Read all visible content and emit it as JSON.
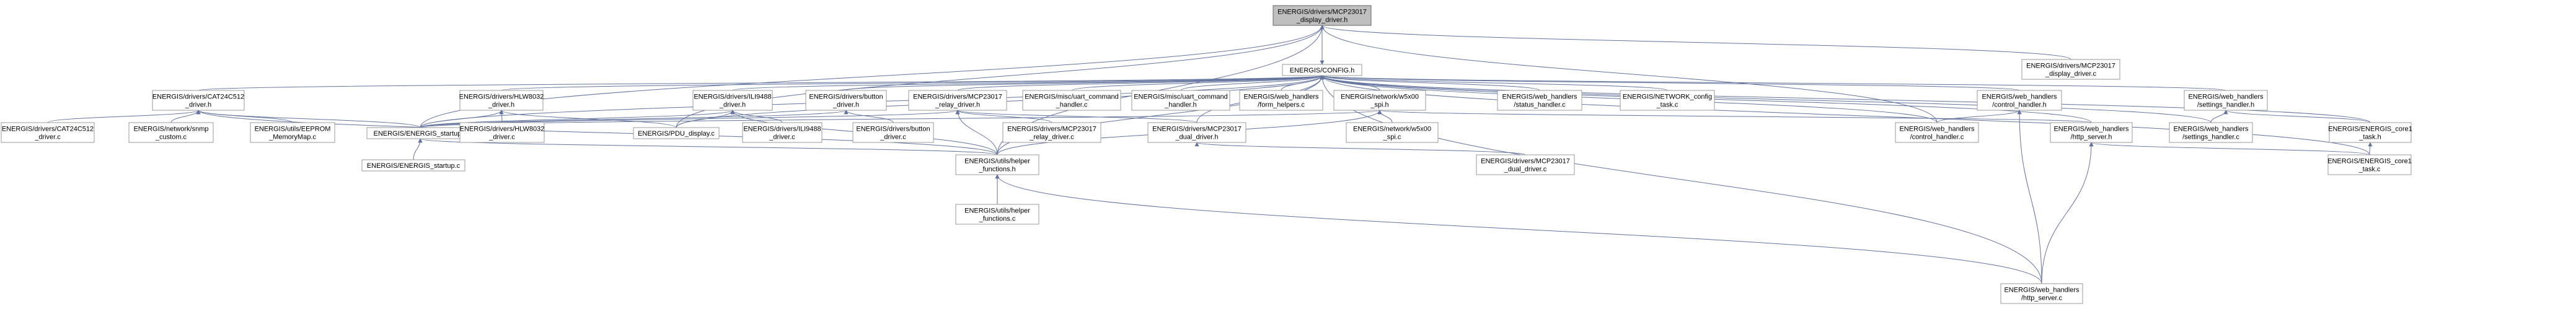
{
  "colors": {
    "edge": "#63739e",
    "node_border": "#999999",
    "root_fill": "#bfbfbf"
  },
  "nodes": [
    {
      "id": "n0",
      "lines": [
        "ENERGIS/drivers/MCP23017",
        "_display_driver.h"
      ],
      "root": true
    },
    {
      "id": "n1",
      "lines": [
        "ENERGIS/CONFIG.h"
      ]
    },
    {
      "id": "n2",
      "lines": [
        "ENERGIS/drivers/MCP23017",
        "_display_driver.c"
      ]
    },
    {
      "id": "n3",
      "lines": [
        "ENERGIS/drivers/CAT24C512",
        "_driver.h"
      ]
    },
    {
      "id": "n4",
      "lines": [
        "ENERGIS/drivers/HLW8032",
        "_driver.h"
      ]
    },
    {
      "id": "n5",
      "lines": [
        "ENERGIS/drivers/ILI9488",
        "_driver.h"
      ]
    },
    {
      "id": "n6",
      "lines": [
        "ENERGIS/drivers/button",
        "_driver.h"
      ]
    },
    {
      "id": "n7",
      "lines": [
        "ENERGIS/drivers/MCP23017",
        "_relay_driver.h"
      ]
    },
    {
      "id": "n8",
      "lines": [
        "ENERGIS/misc/uart_command",
        "_handler.c"
      ]
    },
    {
      "id": "n9",
      "lines": [
        "ENERGIS/misc/uart_command",
        "_handler.h"
      ]
    },
    {
      "id": "n10",
      "lines": [
        "ENERGIS/web_handlers",
        "/form_helpers.c"
      ]
    },
    {
      "id": "n11",
      "lines": [
        "ENERGIS/network/w5x00",
        "_spi.h"
      ]
    },
    {
      "id": "n12",
      "lines": [
        "ENERGIS/web_handlers",
        "/status_handler.c"
      ]
    },
    {
      "id": "n13",
      "lines": [
        "ENERGIS/NETWORK_config",
        "_task.c"
      ]
    },
    {
      "id": "n14",
      "lines": [
        "ENERGIS/web_handlers",
        "/control_handler.h"
      ]
    },
    {
      "id": "n15",
      "lines": [
        "ENERGIS/web_handlers",
        "/settings_handler.h"
      ]
    },
    {
      "id": "n16",
      "lines": [
        "ENERGIS/drivers/CAT24C512",
        "_driver.c"
      ]
    },
    {
      "id": "n17",
      "lines": [
        "ENERGIS/network/snmp",
        "_custom.c"
      ]
    },
    {
      "id": "n18",
      "lines": [
        "ENERGIS/utils/EEPROM",
        "_MemoryMap.c"
      ]
    },
    {
      "id": "n19",
      "lines": [
        "ENERGIS/ENERGIS_startup.h"
      ]
    },
    {
      "id": "n20",
      "lines": [
        "ENERGIS/drivers/HLW8032",
        "_driver.c"
      ]
    },
    {
      "id": "n21",
      "lines": [
        "ENERGIS/PDU_display.c"
      ]
    },
    {
      "id": "n22",
      "lines": [
        "ENERGIS/drivers/ILI9488",
        "_driver.c"
      ]
    },
    {
      "id": "n23",
      "lines": [
        "ENERGIS/drivers/button",
        "_driver.c"
      ]
    },
    {
      "id": "n24",
      "lines": [
        "ENERGIS/drivers/MCP23017",
        "_relay_driver.c"
      ]
    },
    {
      "id": "n25",
      "lines": [
        "ENERGIS/drivers/MCP23017",
        "_dual_driver.h"
      ]
    },
    {
      "id": "n26",
      "lines": [
        "ENERGIS/network/w5x00",
        "_spi.c"
      ]
    },
    {
      "id": "n27",
      "lines": [
        "ENERGIS/web_handlers",
        "/control_handler.c"
      ]
    },
    {
      "id": "n28",
      "lines": [
        "ENERGIS/web_handlers",
        "/http_server.h"
      ]
    },
    {
      "id": "n29",
      "lines": [
        "ENERGIS/web_handlers",
        "/settings_handler.c"
      ]
    },
    {
      "id": "n30",
      "lines": [
        "ENERGIS/ENERGIS_core1",
        "_task.h"
      ]
    },
    {
      "id": "n31",
      "lines": [
        "ENERGIS/ENERGIS_startup.c"
      ]
    },
    {
      "id": "n32",
      "lines": [
        "ENERGIS/utils/helper",
        "_functions.h"
      ]
    },
    {
      "id": "n33",
      "lines": [
        "ENERGIS/drivers/MCP23017",
        "_dual_driver.c"
      ]
    },
    {
      "id": "n34",
      "lines": [
        "ENERGIS/ENERGIS_core1",
        "_task.c"
      ]
    },
    {
      "id": "n35",
      "lines": [
        "ENERGIS/utils/helper",
        "_functions.c"
      ]
    },
    {
      "id": "n36",
      "lines": [
        "ENERGIS/web_handlers",
        "/http_server.c"
      ]
    }
  ],
  "edges": [
    [
      "n1",
      "n0"
    ],
    [
      "n2",
      "n0"
    ],
    [
      "n0",
      "n1"
    ],
    [
      "n3",
      "n1"
    ],
    [
      "n4",
      "n1"
    ],
    [
      "n5",
      "n1"
    ],
    [
      "n6",
      "n1"
    ],
    [
      "n7",
      "n1"
    ],
    [
      "n8",
      "n1"
    ],
    [
      "n9",
      "n1"
    ],
    [
      "n10",
      "n1"
    ],
    [
      "n11",
      "n1"
    ],
    [
      "n12",
      "n1"
    ],
    [
      "n13",
      "n1"
    ],
    [
      "n14",
      "n1"
    ],
    [
      "n15",
      "n1"
    ],
    [
      "n19",
      "n1"
    ],
    [
      "n21",
      "n1"
    ],
    [
      "n25",
      "n1"
    ],
    [
      "n30",
      "n1"
    ],
    [
      "n32",
      "n1"
    ],
    [
      "n34",
      "n1"
    ],
    [
      "n36",
      "n1"
    ],
    [
      "n27",
      "n1"
    ],
    [
      "n29",
      "n1"
    ],
    [
      "n28",
      "n1"
    ],
    [
      "n16",
      "n3"
    ],
    [
      "n17",
      "n3"
    ],
    [
      "n18",
      "n3"
    ],
    [
      "n19",
      "n3"
    ],
    [
      "n32",
      "n3"
    ],
    [
      "n19",
      "n4"
    ],
    [
      "n20",
      "n4"
    ],
    [
      "n21",
      "n4"
    ],
    [
      "n19",
      "n5"
    ],
    [
      "n21",
      "n5"
    ],
    [
      "n22",
      "n5"
    ],
    [
      "n32",
      "n5"
    ],
    [
      "n19",
      "n6"
    ],
    [
      "n23",
      "n6"
    ],
    [
      "n19",
      "n7"
    ],
    [
      "n24",
      "n7"
    ],
    [
      "n25",
      "n7"
    ],
    [
      "n32",
      "n7"
    ],
    [
      "n19",
      "n11"
    ],
    [
      "n26",
      "n11"
    ],
    [
      "n32",
      "n11"
    ],
    [
      "n28",
      "n11"
    ],
    [
      "n27",
      "n14"
    ],
    [
      "n36",
      "n14"
    ],
    [
      "n29",
      "n15"
    ],
    [
      "n30",
      "n15"
    ],
    [
      "n31",
      "n19"
    ],
    [
      "n32",
      "n19"
    ],
    [
      "n19",
      "n19"
    ],
    [
      "n33",
      "n25"
    ],
    [
      "n36",
      "n28"
    ],
    [
      "n34",
      "n28"
    ],
    [
      "n34",
      "n30"
    ],
    [
      "n35",
      "n32"
    ],
    [
      "n36",
      "n32"
    ],
    [
      "n32",
      "n0"
    ],
    [
      "n19",
      "n0"
    ],
    [
      "n21",
      "n0"
    ],
    [
      "n27",
      "n0"
    ]
  ]
}
